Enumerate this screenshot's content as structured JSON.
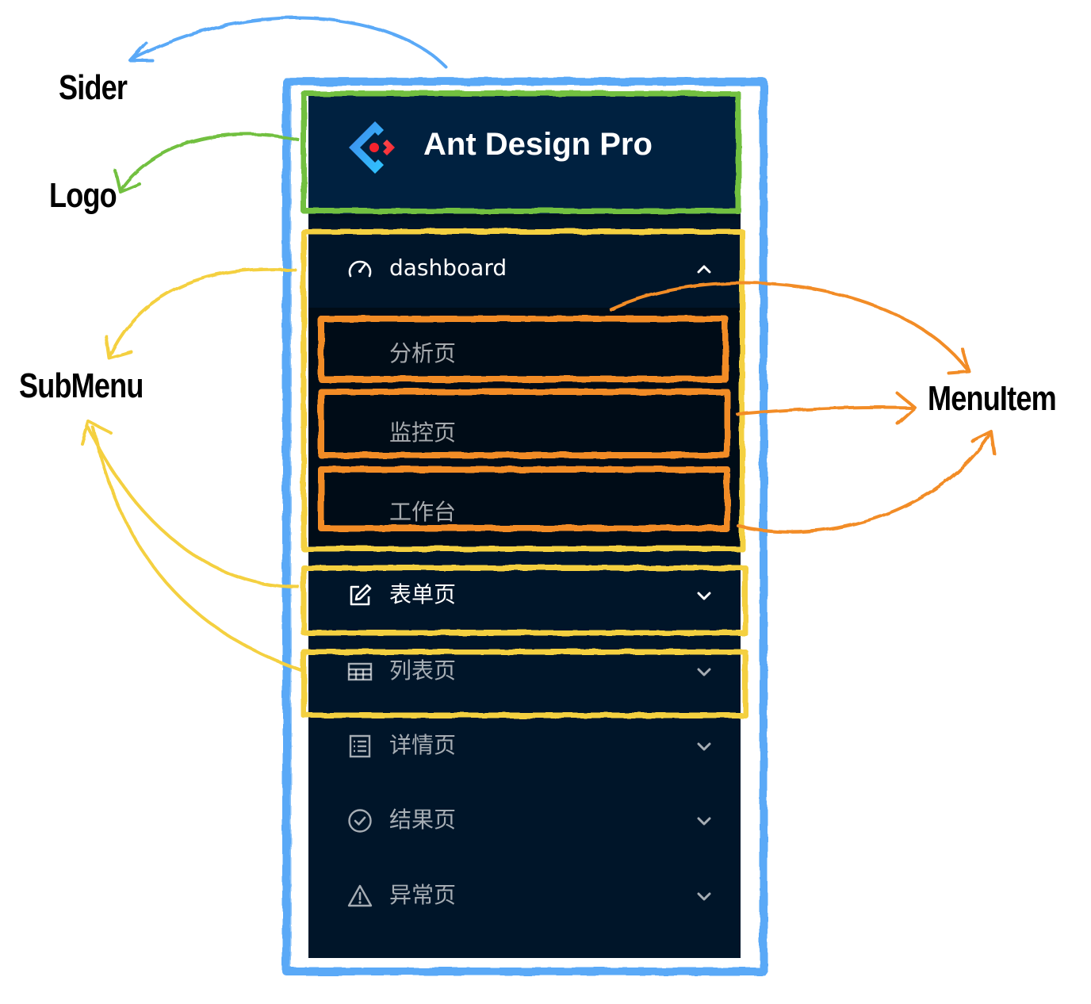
{
  "callouts": {
    "sider": "Sider",
    "logo": "Logo",
    "submenu": "SubMenu",
    "menuitem": "MenuItem"
  },
  "logo": {
    "title": "Ant Design Pro",
    "icon": "ant-design-logo-icon"
  },
  "menu": {
    "dashboard": {
      "label": "dashboard",
      "icon": "dashboard-icon",
      "expanded": true,
      "items": [
        {
          "label": "分析页"
        },
        {
          "label": "监控页"
        },
        {
          "label": "工作台"
        }
      ]
    },
    "submenus": [
      {
        "label": "表单页",
        "icon": "form-edit-icon"
      },
      {
        "label": "列表页",
        "icon": "table-icon"
      },
      {
        "label": "详情页",
        "icon": "profile-icon"
      },
      {
        "label": "结果页",
        "icon": "check-circle-icon"
      },
      {
        "label": "异常页",
        "icon": "warning-icon"
      }
    ]
  },
  "colors": {
    "sider_bg": "#001529",
    "logo_bg": "#002140",
    "submenu_bg": "#000c17",
    "sider_outline": "#5aa9f7",
    "logo_outline": "#72c041",
    "submenu_outline": "#f4d03f",
    "menuitem_outline": "#f28c28",
    "logo_mark_blue": "#1890ff",
    "logo_mark_red": "#f5222d"
  }
}
